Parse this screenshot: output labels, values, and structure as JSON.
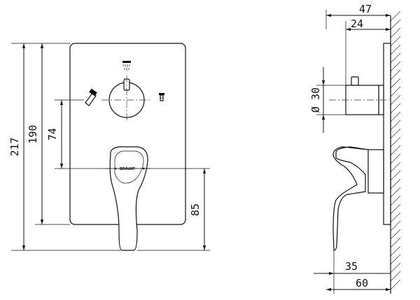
{
  "front_view": {
    "dimensions": {
      "total_height": "217",
      "plate_height": "190",
      "diverter_offset": "74",
      "lever_height": "85"
    },
    "brand_label": "BRAVAT"
  },
  "side_view": {
    "dimensions": {
      "total_depth": "47",
      "diverter_depth": "24",
      "diverter_diameter": "Ø 30",
      "lever_projection": "35",
      "overall_projection": "60"
    }
  }
}
